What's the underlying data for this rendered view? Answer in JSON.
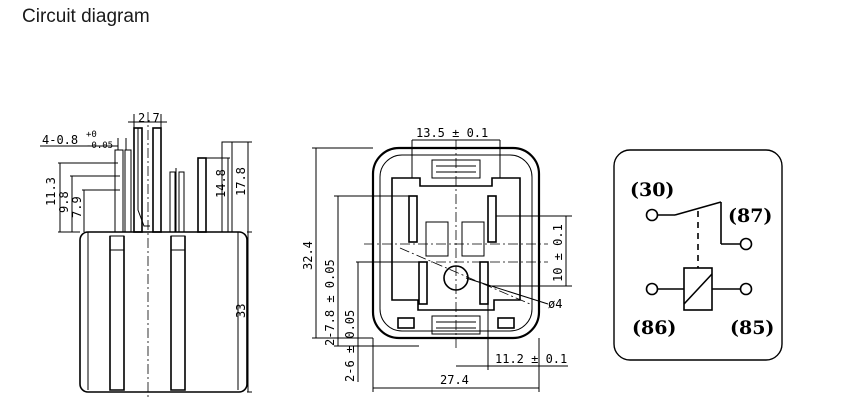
{
  "title": "Circuit diagram",
  "side_view": {
    "dims": {
      "pin_width": "2.7",
      "pin_thickness": "4-0.8",
      "pin_thickness_tol_upper": "+0",
      "pin_thickness_tol_lower": "-0.05",
      "h_113": "11.3",
      "h_98": "9.8",
      "h_79": "7.9",
      "h_148": "14.8",
      "h_178": "17.8",
      "h_33": "33"
    }
  },
  "bottom_view": {
    "dims": {
      "top_width": "13.5 ± 0.1",
      "height": "32.4",
      "pitch_long": "2-7.8 ± 0.05",
      "pitch_short": "2-6 ± 0.05",
      "right_height": "10 ± 0.1",
      "hole": "ø4",
      "bottom_offset": "11.2 ± 0.1",
      "width": "27.4"
    }
  },
  "schematic": {
    "pins": {
      "p30": "(30)",
      "p87": "(87)",
      "p86": "(86)",
      "p85": "(85)"
    }
  }
}
